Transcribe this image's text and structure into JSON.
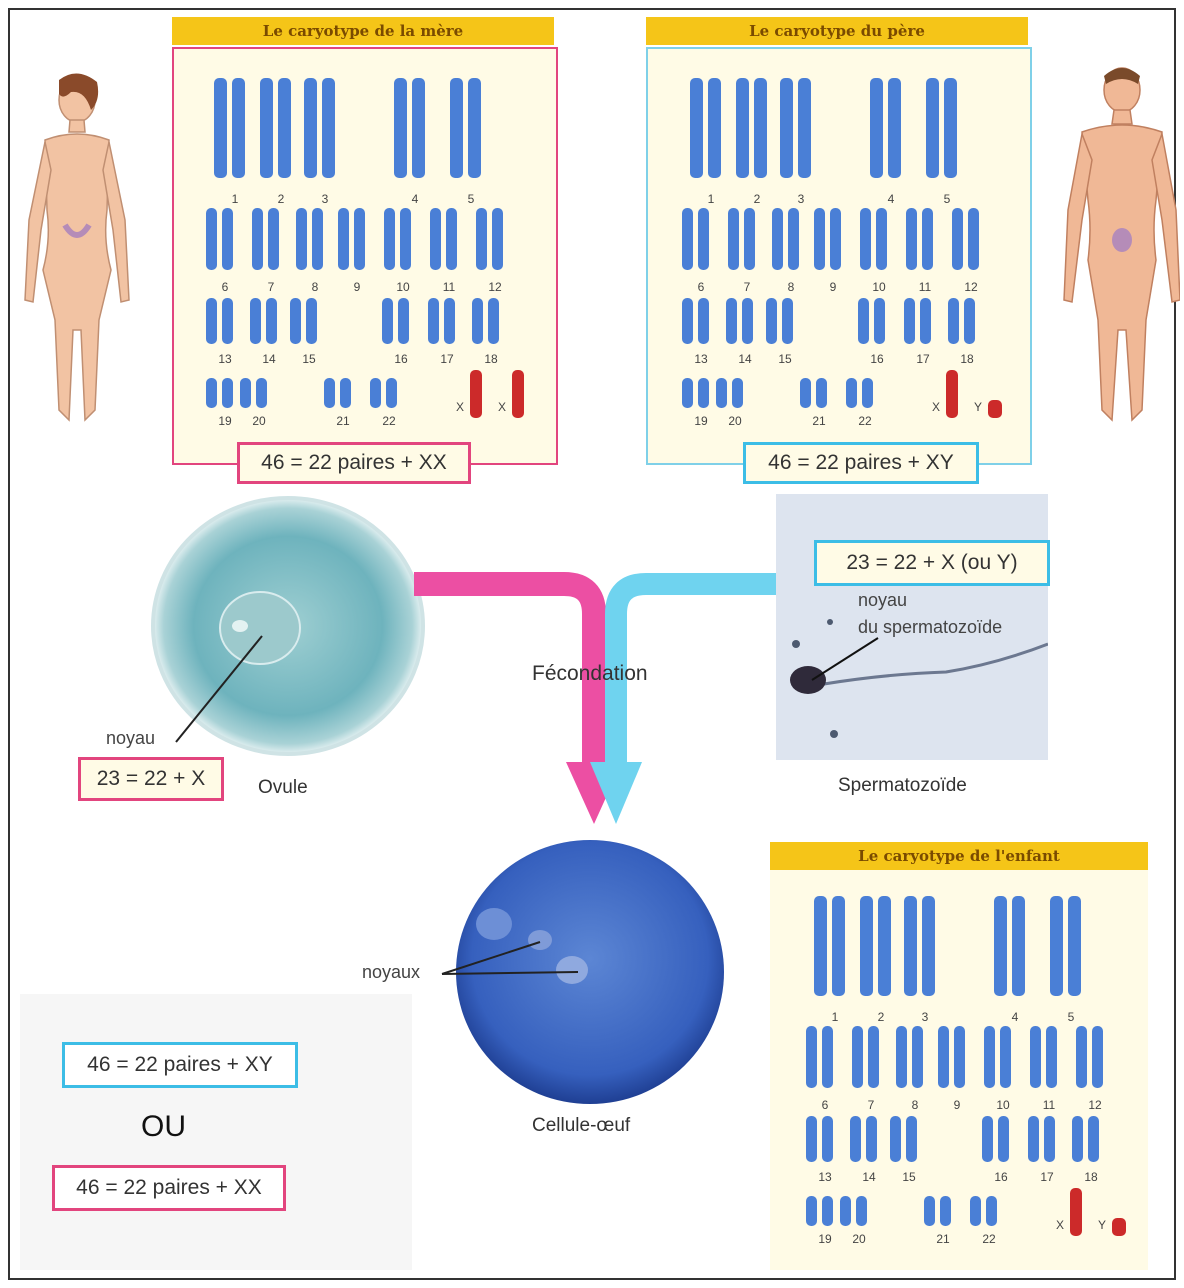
{
  "mother": {
    "title": "Le caryotype de la mère",
    "formula": "46 = 22 paires + XX",
    "sex_labels": [
      "X",
      "X"
    ]
  },
  "father": {
    "title": "Le caryotype du père",
    "formula": "46 = 22 paires + XY",
    "sex_labels": [
      "X",
      "Y"
    ]
  },
  "child": {
    "title": "Le caryotype de l'enfant",
    "sex_labels": [
      "X",
      "Y"
    ]
  },
  "chromosome_numbers": [
    "1",
    "2",
    "3",
    "4",
    "5",
    "6",
    "7",
    "8",
    "9",
    "10",
    "11",
    "12",
    "13",
    "14",
    "15",
    "16",
    "17",
    "18",
    "19",
    "20",
    "21",
    "22"
  ],
  "ovule": {
    "formula": "23 = 22  + X",
    "label": "Ovule",
    "nucleus_label": "noyau"
  },
  "sperm": {
    "formula": "23 = 22  + X (ou Y)",
    "nucleus_label_line1": "noyau",
    "nucleus_label_line2": "du spermatozoïde",
    "label": "Spermatozoïde"
  },
  "fecondation_label": "Fécondation",
  "zygote": {
    "label": "Cellule-œuf",
    "nuclei_label": "noyaux"
  },
  "results": {
    "option1": "46 = 22 paires + XY",
    "or_label": "OU",
    "option2": "46 = 22 paires + XX"
  },
  "colors": {
    "chromosome": "#4a7fd6",
    "sex_chromosome": "#cc2a2a",
    "pink": "#e2457e",
    "blue": "#3cbde6",
    "header": "#f5c518"
  }
}
